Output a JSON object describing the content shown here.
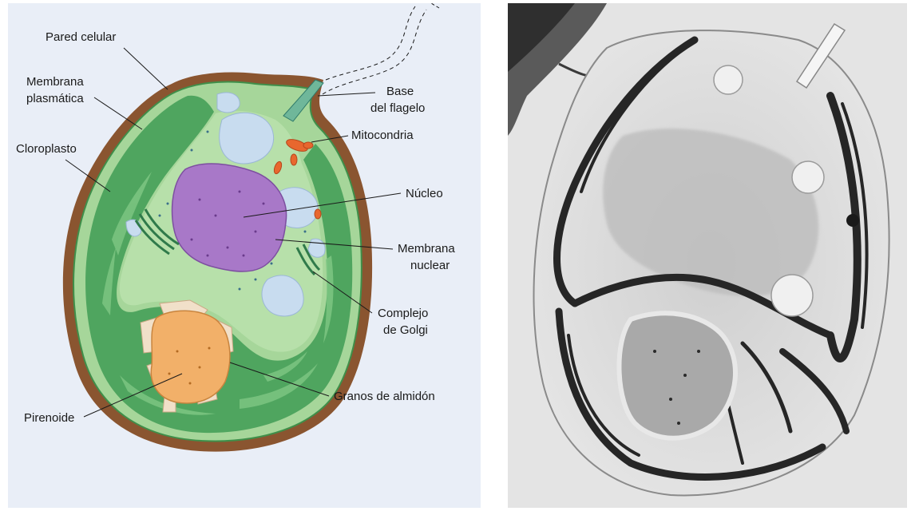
{
  "labels": {
    "pared_celular": "Pared celular",
    "membrana_plasmatica_1": "Membrana",
    "membrana_plasmatica_2": "plasmática",
    "cloroplasto": "Cloroplasto",
    "base_flagelo_1": "Base",
    "base_flagelo_2": "del flagelo",
    "mitocondria": "Mitocondria",
    "nucleo": "Núcleo",
    "membrana_nuclear_1": "Membrana",
    "membrana_nuclear_2": "nuclear",
    "complejo_golgi_1": "Complejo",
    "complejo_golgi_2": "de Golgi",
    "granos_almidon": "Granos de almidón",
    "pirenoide": "Pirenoide"
  },
  "colors": {
    "panel_bg": "#e9eef7",
    "cell_wall": "#8a5530",
    "cytoplasm": "#a6d69a",
    "chloroplast": "#4fa55f",
    "chloroplast_dark": "#3a8a4f",
    "nucleus": "#a878c8",
    "vacuole": "#c8dcef",
    "mitochondria": "#e8672e",
    "pyrenoid": "#f2b069",
    "starch": "#f1e0c9",
    "micrograph_bg": "#d7d7d7"
  }
}
